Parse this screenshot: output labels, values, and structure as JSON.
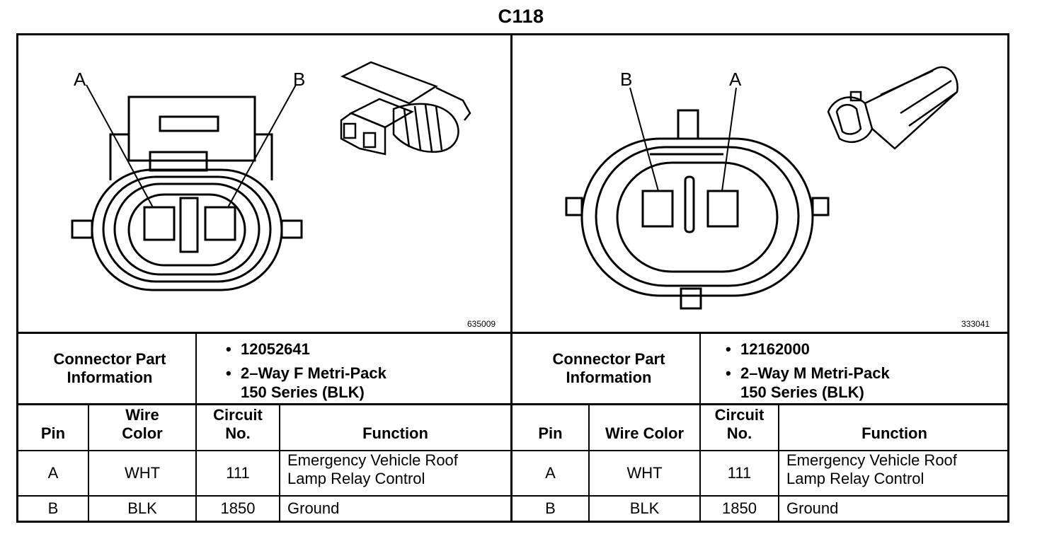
{
  "title": "C118",
  "left": {
    "figure_id": "635009",
    "pin_labels": [
      "A",
      "B"
    ],
    "connector_part_info_label": "Connector Part Information",
    "part_number": "12052641",
    "description_line1": "2–Way F Metri-Pack",
    "description_line2": "150 Series (BLK)",
    "headers": {
      "pin": "Pin",
      "wire_color": "Wire Color",
      "circuit_no": "Circuit No.",
      "function": "Function"
    },
    "rows": [
      {
        "pin": "A",
        "wire_color": "WHT",
        "circuit": "111",
        "function_line1": "Emergency Vehicle Roof",
        "function_line2": "Lamp Relay Control"
      },
      {
        "pin": "B",
        "wire_color": "BLK",
        "circuit": "1850",
        "function_line1": "Ground",
        "function_line2": ""
      }
    ]
  },
  "right": {
    "figure_id": "333041",
    "pin_labels": [
      "B",
      "A"
    ],
    "connector_part_info_label": "Connector Part Information",
    "part_number": "12162000",
    "description_line1": "2–Way M Metri-Pack",
    "description_line2": "150 Series (BLK)",
    "headers": {
      "pin": "Pin",
      "wire_color": "Wire Color",
      "circuit_no": "Circuit No.",
      "function": "Function"
    },
    "rows": [
      {
        "pin": "A",
        "wire_color": "WHT",
        "circuit": "111",
        "function_line1": "Emergency Vehicle Roof",
        "function_line2": "Lamp Relay Control"
      },
      {
        "pin": "B",
        "wire_color": "BLK",
        "circuit": "1850",
        "function_line1": "Ground",
        "function_line2": ""
      }
    ]
  }
}
